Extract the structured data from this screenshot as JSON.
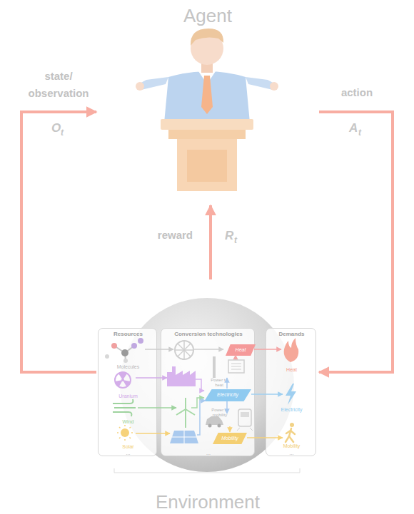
{
  "diagram": {
    "nodes": [
      {
        "text": [
          "Agent"
        ]
      },
      {
        "text": [
          "Environment"
        ]
      },
      {
        "text": [
          "Resources",
          "Molecules",
          "Uranium",
          "Wind",
          "Solar",
          "..."
        ],
        "in": 1
      },
      {
        "text": [
          "Conversion technologies",
          "Power to heat",
          "Power to mobility",
          "..."
        ],
        "in": 1
      },
      {
        "text": [
          "Heat"
        ],
        "in": 3
      },
      {
        "text": [
          "Electricity"
        ],
        "in": 3
      },
      {
        "text": [
          "Mobility"
        ],
        "in": 3
      },
      {
        "text": [
          "Demands",
          "Heat",
          "Electricity",
          "Mobility",
          "..."
        ],
        "in": 1
      }
    ],
    "edges": [
      {
        "from": 1,
        "to": 0,
        "label": "state/ observation",
        "arrow": "to"
      },
      {
        "from": 0,
        "to": 1,
        "label": "action",
        "arrow": "to"
      },
      {
        "from": 1,
        "to": 0,
        "label": "reward",
        "arrow": "to"
      }
    ],
    "labels": [
      "O",
      "t",
      "A",
      "t",
      "R",
      "t"
    ]
  }
}
